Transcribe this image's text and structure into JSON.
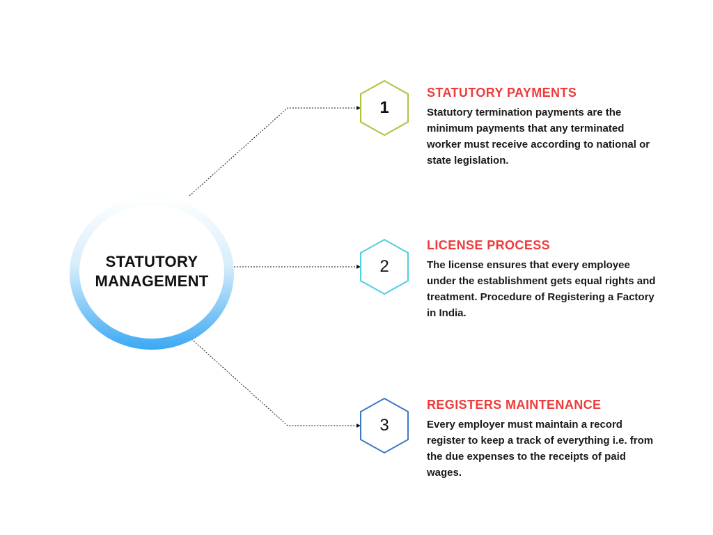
{
  "center": {
    "title": "STATUTORY MANAGEMENT"
  },
  "steps": [
    {
      "number": "1",
      "title": "STATUTORY PAYMENTS",
      "text": "Statutory termination payments are the minimum payments that any terminated worker must receive according to national or state legislation.",
      "color": "#a6c63a"
    },
    {
      "number": "2",
      "title": "LICENSE PROCESS",
      "text": "The license ensures that every employee under the establishment gets equal rights and treatment. Procedure of Registering a Factory in India.",
      "color": "#4fcfdc"
    },
    {
      "number": "3",
      "title": "REGISTERS MAINTENANCE",
      "text": "Every employer must maintain a record register to keep a track of everything i.e. from the due expenses to the receipts of paid wages.",
      "color": "#3f77c9"
    }
  ],
  "colors": {
    "accent_title": "#ee3b3b",
    "ring_bottom": "#3aa8f4"
  }
}
